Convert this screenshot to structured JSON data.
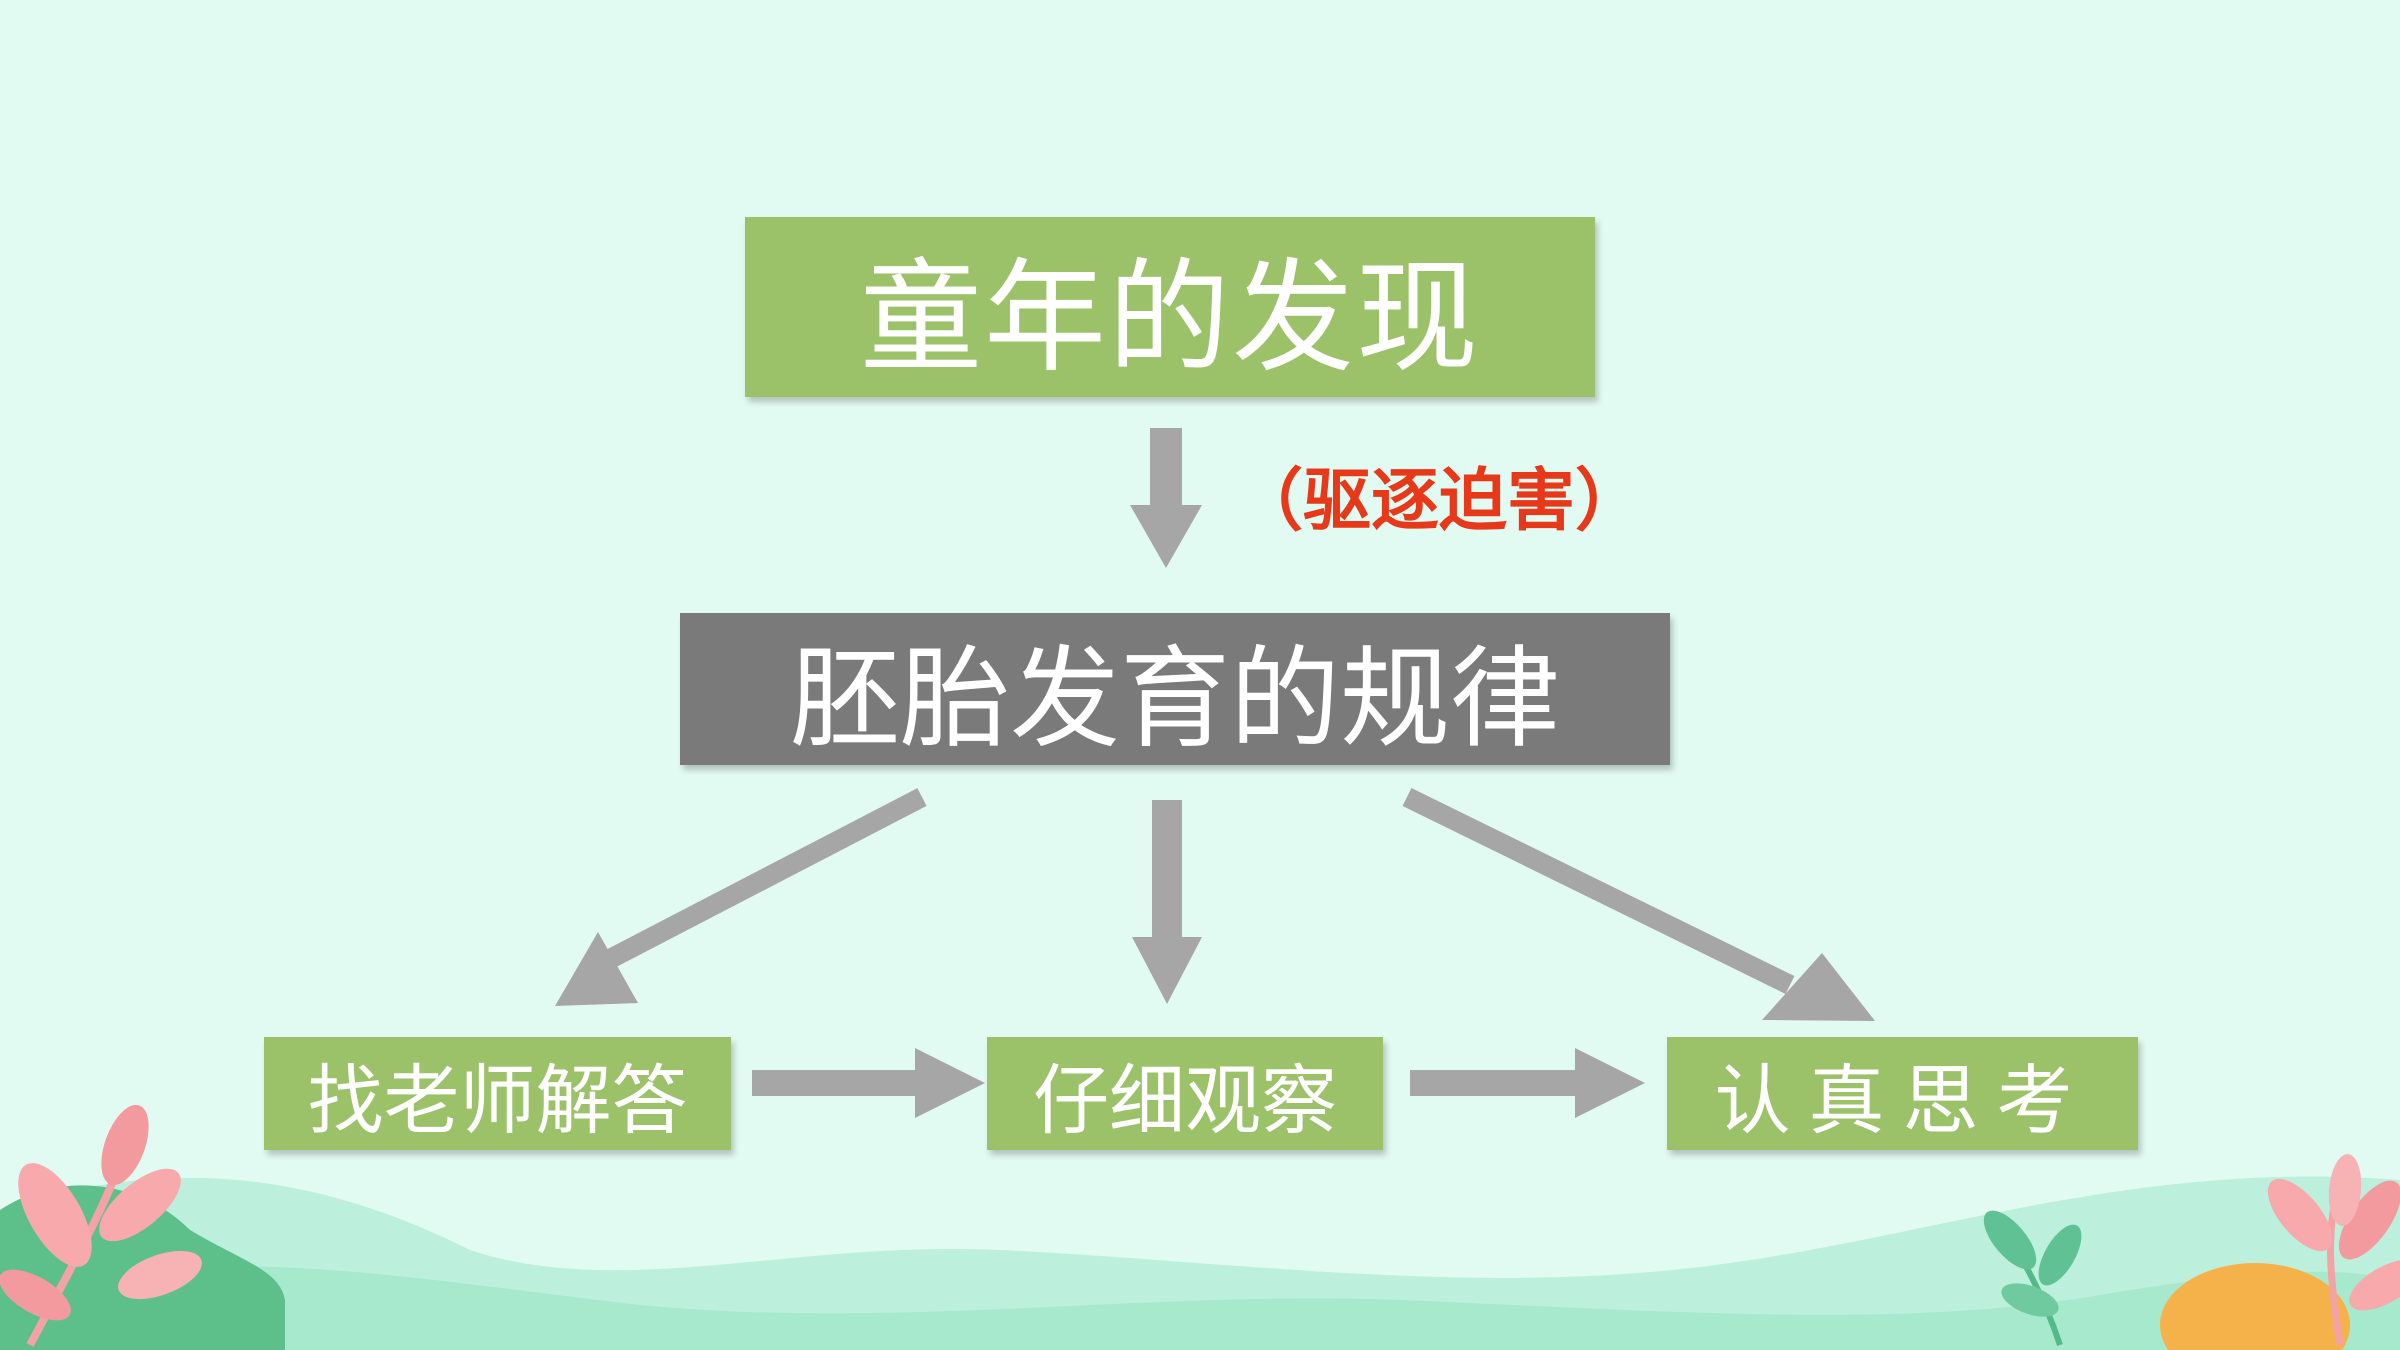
{
  "diagram": {
    "top_node": "童年的发现",
    "annotation": "（驱逐迫害）",
    "middle_node": "胚胎发育的规律",
    "bottom_nodes": [
      "找老师解答",
      "仔细观察",
      "认真思考"
    ]
  },
  "colors": {
    "background": "#e2fbf2",
    "node_green": "#9bc268",
    "node_gray": "#7a7a7a",
    "arrow": "#a6a6a6",
    "annotation": "#e8381a"
  }
}
